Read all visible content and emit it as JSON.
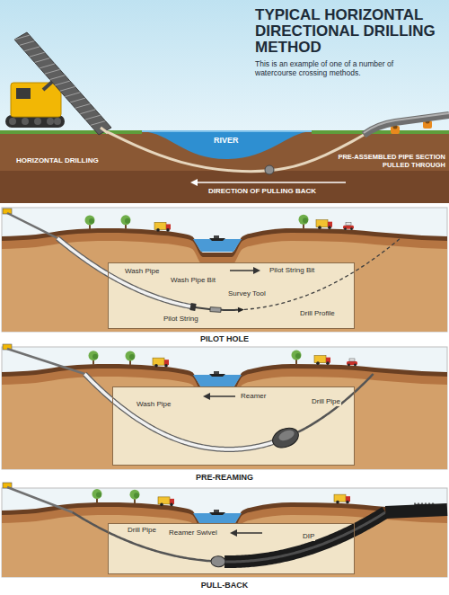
{
  "diagram": {
    "title": "TYPICAL HORIZONTAL DIRECTIONAL DRILLING METHOD",
    "caption": "This is an example of one of a number of watercourse crossing methods.",
    "nodes": [
      {
        "text": [
          "Wash Pipe",
          "Wash Pipe Bit",
          "Survey Tool",
          "Pilot String Bit",
          "Pilot String",
          "Drill Profile"
        ]
      },
      {
        "text": [
          "Wash Pipe",
          "Reamer",
          "Drill Pipe"
        ]
      },
      {
        "text": [
          "Drill Pipe",
          "Reamer Swivel",
          "DIP"
        ]
      }
    ],
    "labels": [
      "RIVER",
      "HORIZONTAL DRILLING",
      "PRE-ASSEMBLED PIPE SECTION PULLED THROUGH",
      "DIRECTION OF PULLING BACK",
      "PILOT HOLE",
      "PRE-REAMING",
      "PULL-BACK"
    ]
  }
}
